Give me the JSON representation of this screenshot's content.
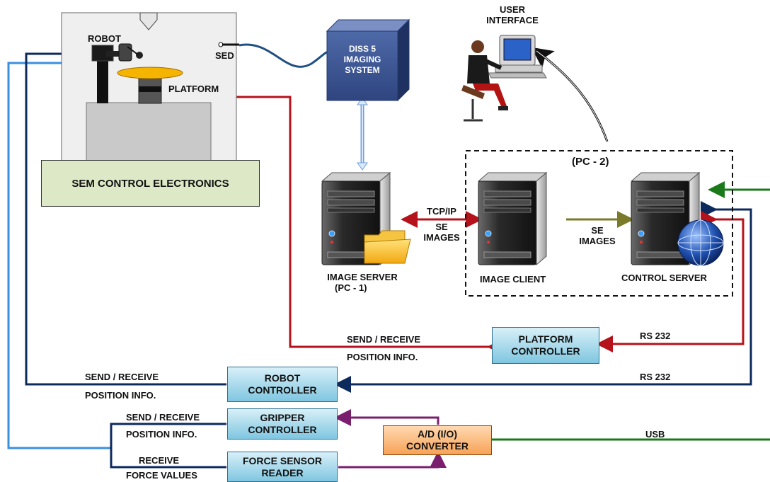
{
  "sem": {
    "electronics_label": "SEM CONTROL ELECTRONICS",
    "robot_label": "ROBOT",
    "platform_label": "PLATFORM",
    "sed_label": "SED"
  },
  "diss": {
    "line1": "DISS 5",
    "line2": "IMAGING",
    "line3": "SYSTEM"
  },
  "user_interface": {
    "line1": "USER",
    "line2": "INTERFACE"
  },
  "pc2_label": "(PC - 2)",
  "image_server": {
    "line1": "IMAGE SERVER",
    "line2": "(PC - 1)"
  },
  "image_client_label": "IMAGE CLIENT",
  "control_server_label": "CONTROL SERVER",
  "link_tcpip": {
    "line1": "TCP/IP",
    "line2": "SE",
    "line3": "IMAGES"
  },
  "link_se": {
    "line1": "SE",
    "line2": "IMAGES"
  },
  "platform_controller": {
    "line1": "PLATFORM",
    "line2": "CONTROLLER"
  },
  "robot_controller": {
    "line1": "ROBOT",
    "line2": "CONTROLLER"
  },
  "gripper_controller": {
    "line1": "GRIPPER",
    "line2": "CONTROLLER"
  },
  "force_sensor_reader": {
    "line1": "FORCE SENSOR",
    "line2": "READER"
  },
  "ad_converter": {
    "line1": "A/D (I/O)",
    "line2": "CONVERTER"
  },
  "labels": {
    "platform_send": "SEND / RECEIVE",
    "platform_pos": "POSITION INFO.",
    "rs232_platform": "RS 232",
    "robot_send": "SEND / RECEIVE",
    "robot_pos": "POSITION INFO.",
    "rs232_robot": "RS 232",
    "gripper_send": "SEND / RECEIVE",
    "gripper_pos": "POSITION INFO.",
    "force_receive": "RECEIVE",
    "force_values": "FORCE VALUES",
    "usb": "USB"
  },
  "colors": {
    "red_link": "#b5121b",
    "navy_link": "#0d2a5c",
    "light_blue_link": "#3b8fe0",
    "purple_link": "#7a1f6e",
    "green_link": "#1a7a1a",
    "olive_link": "#7a7a2a",
    "controller_fill": "#7fc6e0",
    "converter_fill": "#f7a257",
    "sem_panel": "#dde9c6"
  }
}
